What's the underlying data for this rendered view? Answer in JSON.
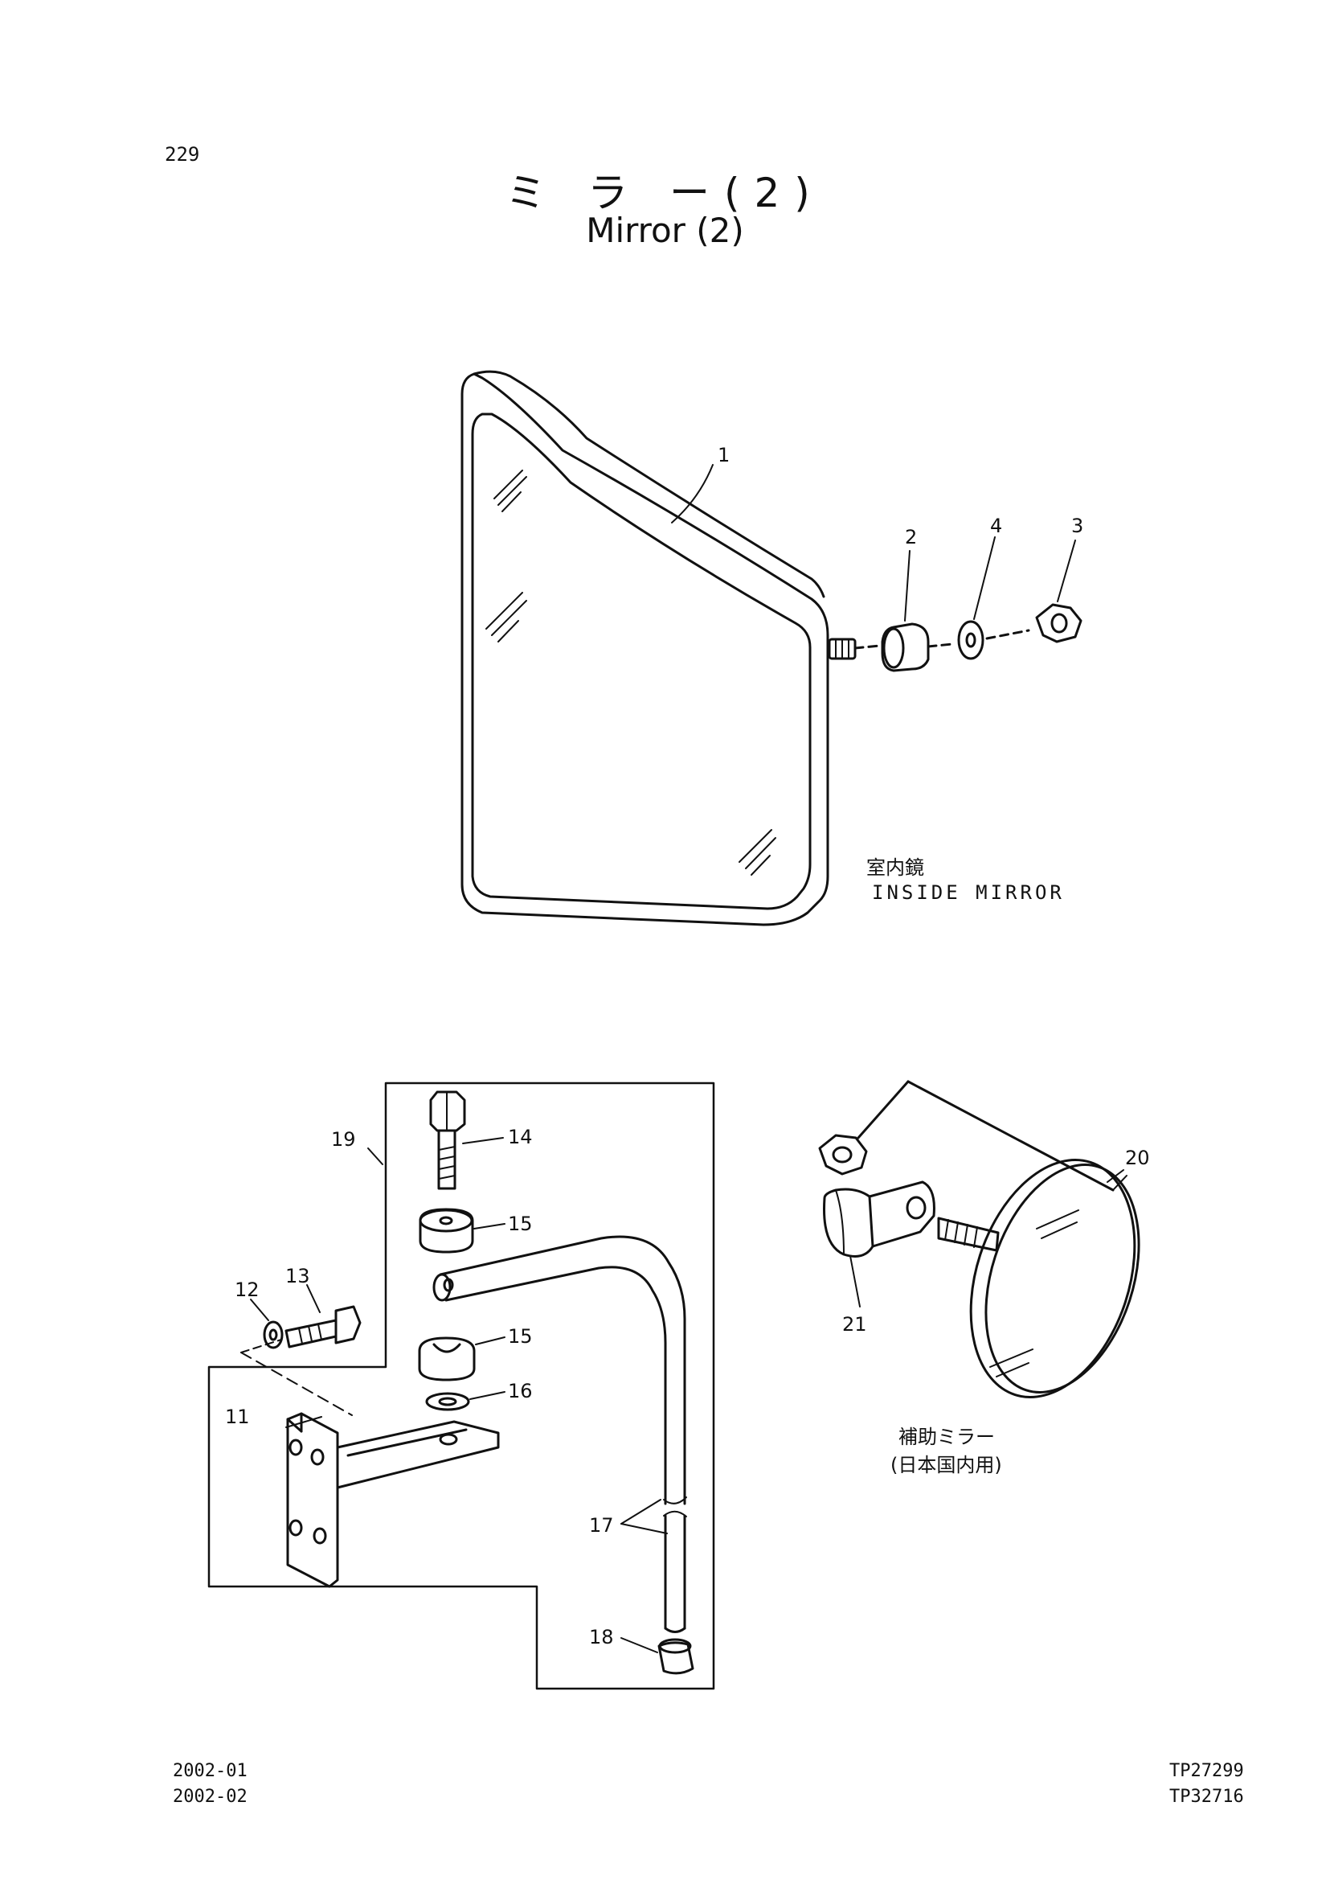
{
  "page_number": "229",
  "title_jp": "ミ ラ ー(2)",
  "title_en": "Mirror (2)",
  "inside_mirror": {
    "label_jp": "室内鏡",
    "label_en": "INSIDE MIRROR"
  },
  "aux_mirror": {
    "label_jp": "補助ミラー",
    "label_sub": "(日本国内用)"
  },
  "callouts": {
    "c1": "1",
    "c2": "2",
    "c3": "3",
    "c4": "4",
    "c11": "11",
    "c12": "12",
    "c13": "13",
    "c14": "14",
    "c15a": "15",
    "c15b": "15",
    "c16": "16",
    "c17": "17",
    "c18": "18",
    "c19": "19",
    "c20": "20",
    "c21": "21"
  },
  "footer": {
    "rev1": "2002-01",
    "rev2": "2002-02",
    "tp1": "TP27299",
    "tp2": "TP32716"
  }
}
